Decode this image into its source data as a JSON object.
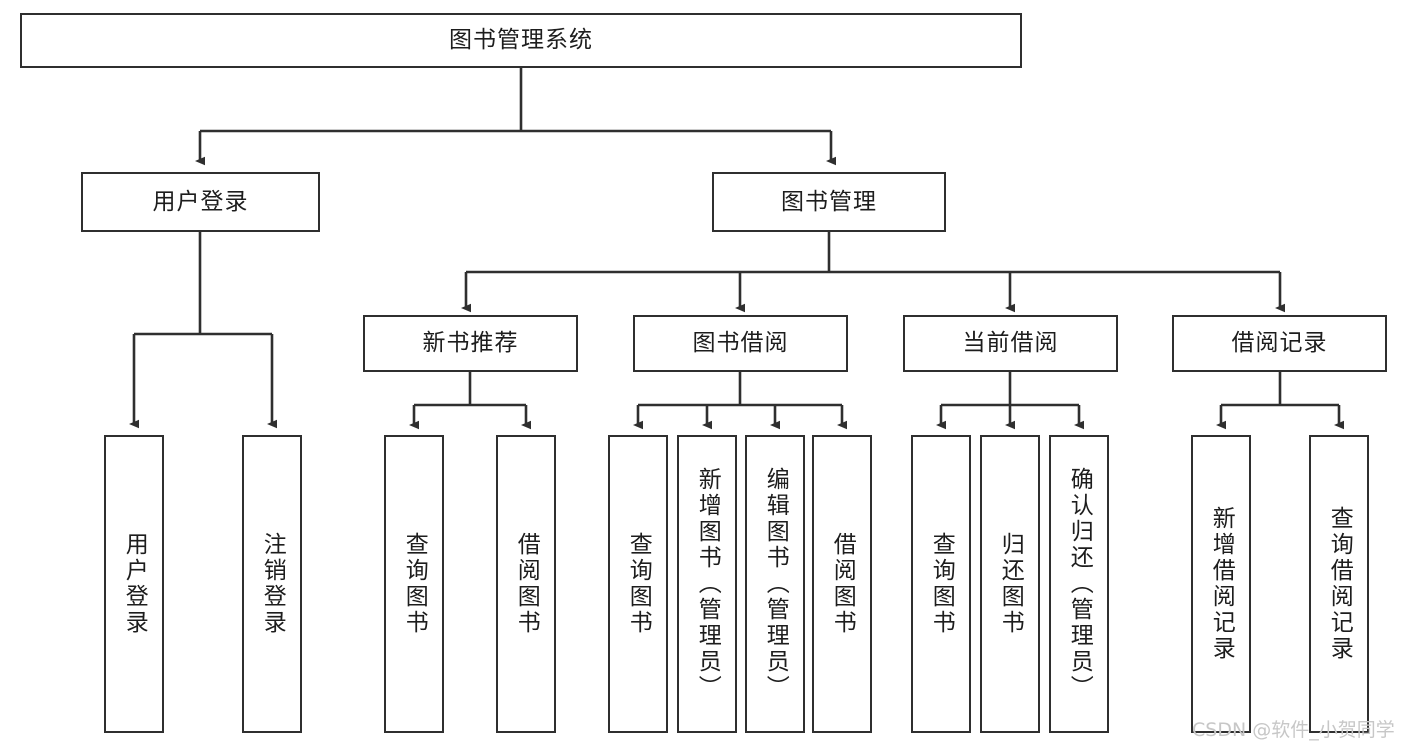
{
  "diagram": {
    "title": "图书管理系统",
    "type": "tree",
    "root": {
      "label": "图书管理系统"
    },
    "level2": [
      {
        "label": "用户登录"
      },
      {
        "label": "图书管理"
      }
    ],
    "level3": [
      {
        "label": "新书推荐"
      },
      {
        "label": "图书借阅"
      },
      {
        "label": "当前借阅"
      },
      {
        "label": "借阅记录"
      }
    ],
    "leaves_user_login": [
      {
        "label": "用户登录"
      },
      {
        "label": "注销登录"
      }
    ],
    "leaves_new_books": [
      {
        "label": "查询图书"
      },
      {
        "label": "借阅图书"
      }
    ],
    "leaves_borrow": [
      {
        "label": "查询图书"
      },
      {
        "label": "新增图书（管理员）"
      },
      {
        "label": "编辑图书（管理员）"
      },
      {
        "label": "借阅图书"
      }
    ],
    "leaves_current": [
      {
        "label": "查询图书"
      },
      {
        "label": "归还图书"
      },
      {
        "label": "确认归还（管理员）"
      }
    ],
    "leaves_records": [
      {
        "label": "新增借阅记录"
      },
      {
        "label": "查询借阅记录"
      }
    ]
  },
  "watermark": {
    "text": "CSDN @软件_小贺同学"
  },
  "colors": {
    "stroke": "#2f2f2f",
    "fill": "#ffffff",
    "text": "#1d1d1d",
    "watermark": "#c7c7c7"
  }
}
